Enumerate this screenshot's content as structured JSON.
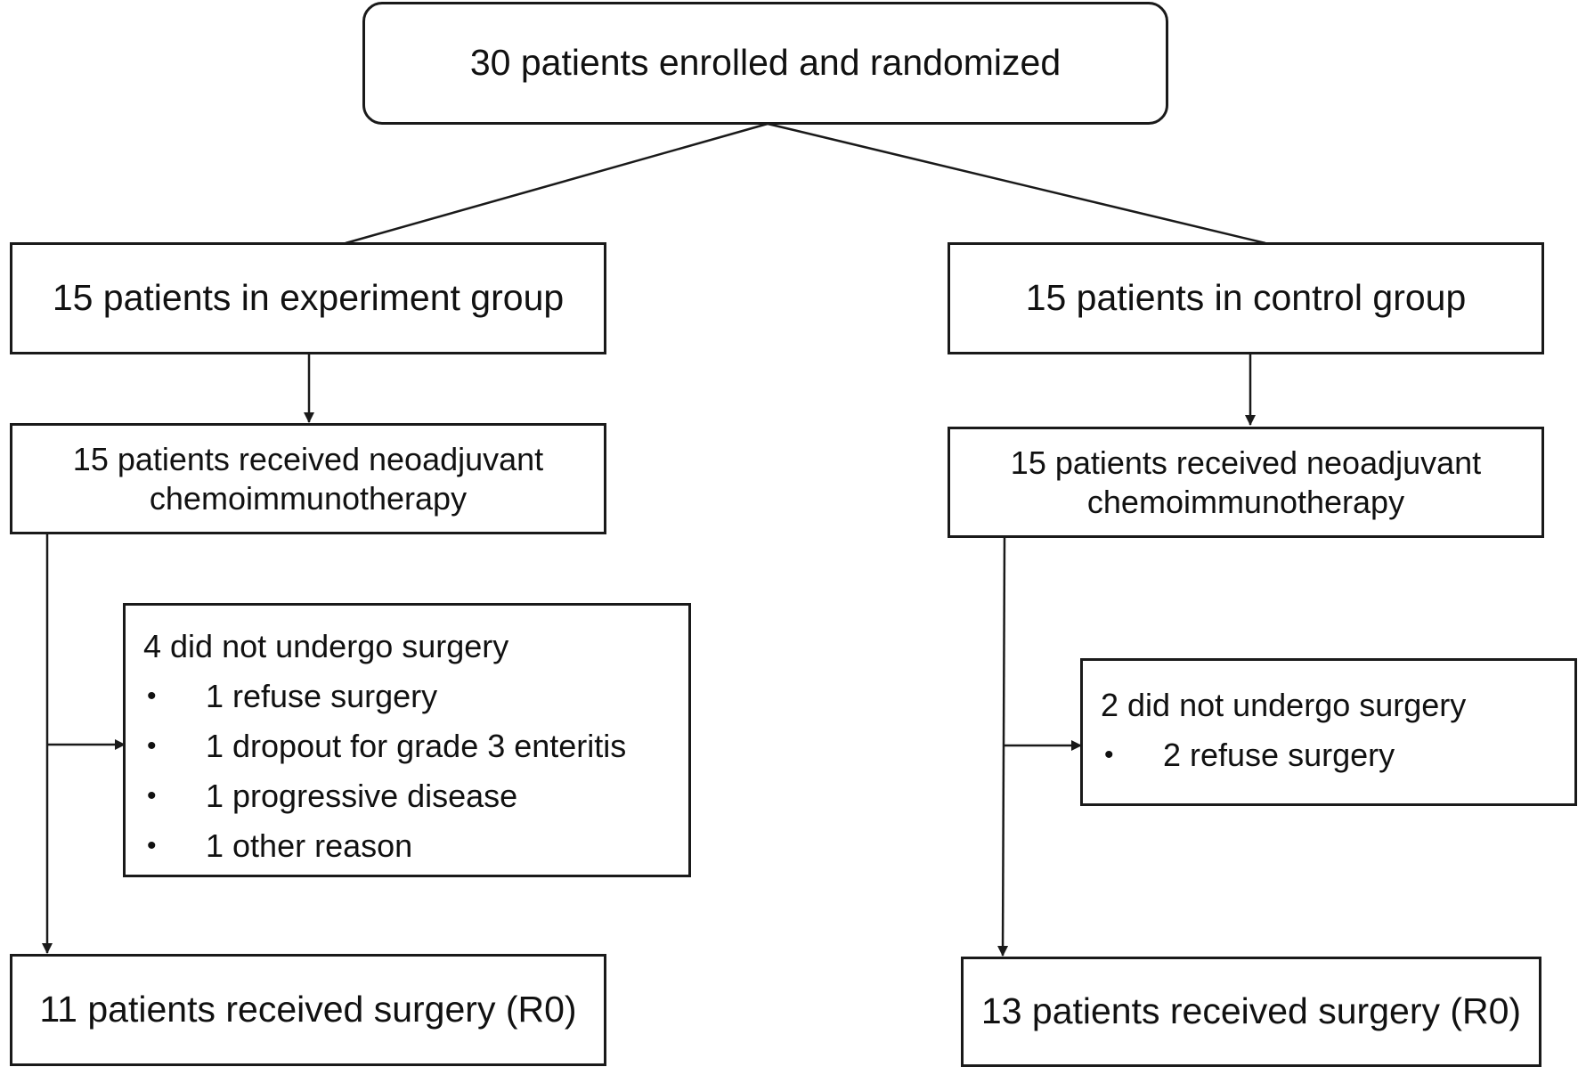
{
  "enrolled": "30 patients enrolled and randomized",
  "experiment": {
    "group": "15 patients in experiment group",
    "treatment_line1": "15 patients received neoadjuvant",
    "treatment_line2": "chemoimmunotherapy",
    "exclusion": {
      "title": "4 did not undergo surgery",
      "reasons": [
        "1 refuse surgery",
        "1 dropout for grade 3 enteritis",
        "1 progressive disease",
        "1 other reason"
      ]
    },
    "surgery": "11 patients received surgery (R0)"
  },
  "control": {
    "group": "15 patients in control group",
    "treatment_line1": "15 patients received neoadjuvant",
    "treatment_line2": "chemoimmunotherapy",
    "exclusion": {
      "title": "2 did not undergo surgery",
      "reasons": [
        "2 refuse surgery"
      ]
    },
    "surgery": "13 patients received surgery (R0)"
  },
  "bullet": "•"
}
